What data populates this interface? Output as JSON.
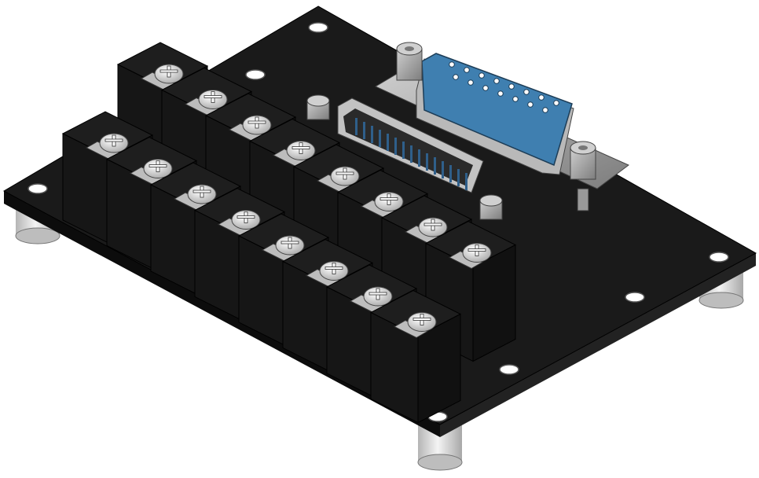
{
  "scene": {
    "subject": "pcb-breakout-board",
    "terminal_rows": 2,
    "terminals_per_row": 8,
    "dsub_female_pins": 15,
    "dsub_male_pins": 15
  },
  "colors": {
    "board": "#1a1a1a",
    "board_edge": "#0c0c0c",
    "terminal_block": "#161616",
    "screw": "#e6e6e6",
    "metal": "#9a9a9a",
    "connector_face": "#3f7fb0",
    "pin": "#2f5f8a",
    "standoff": "#d9d9d9"
  }
}
